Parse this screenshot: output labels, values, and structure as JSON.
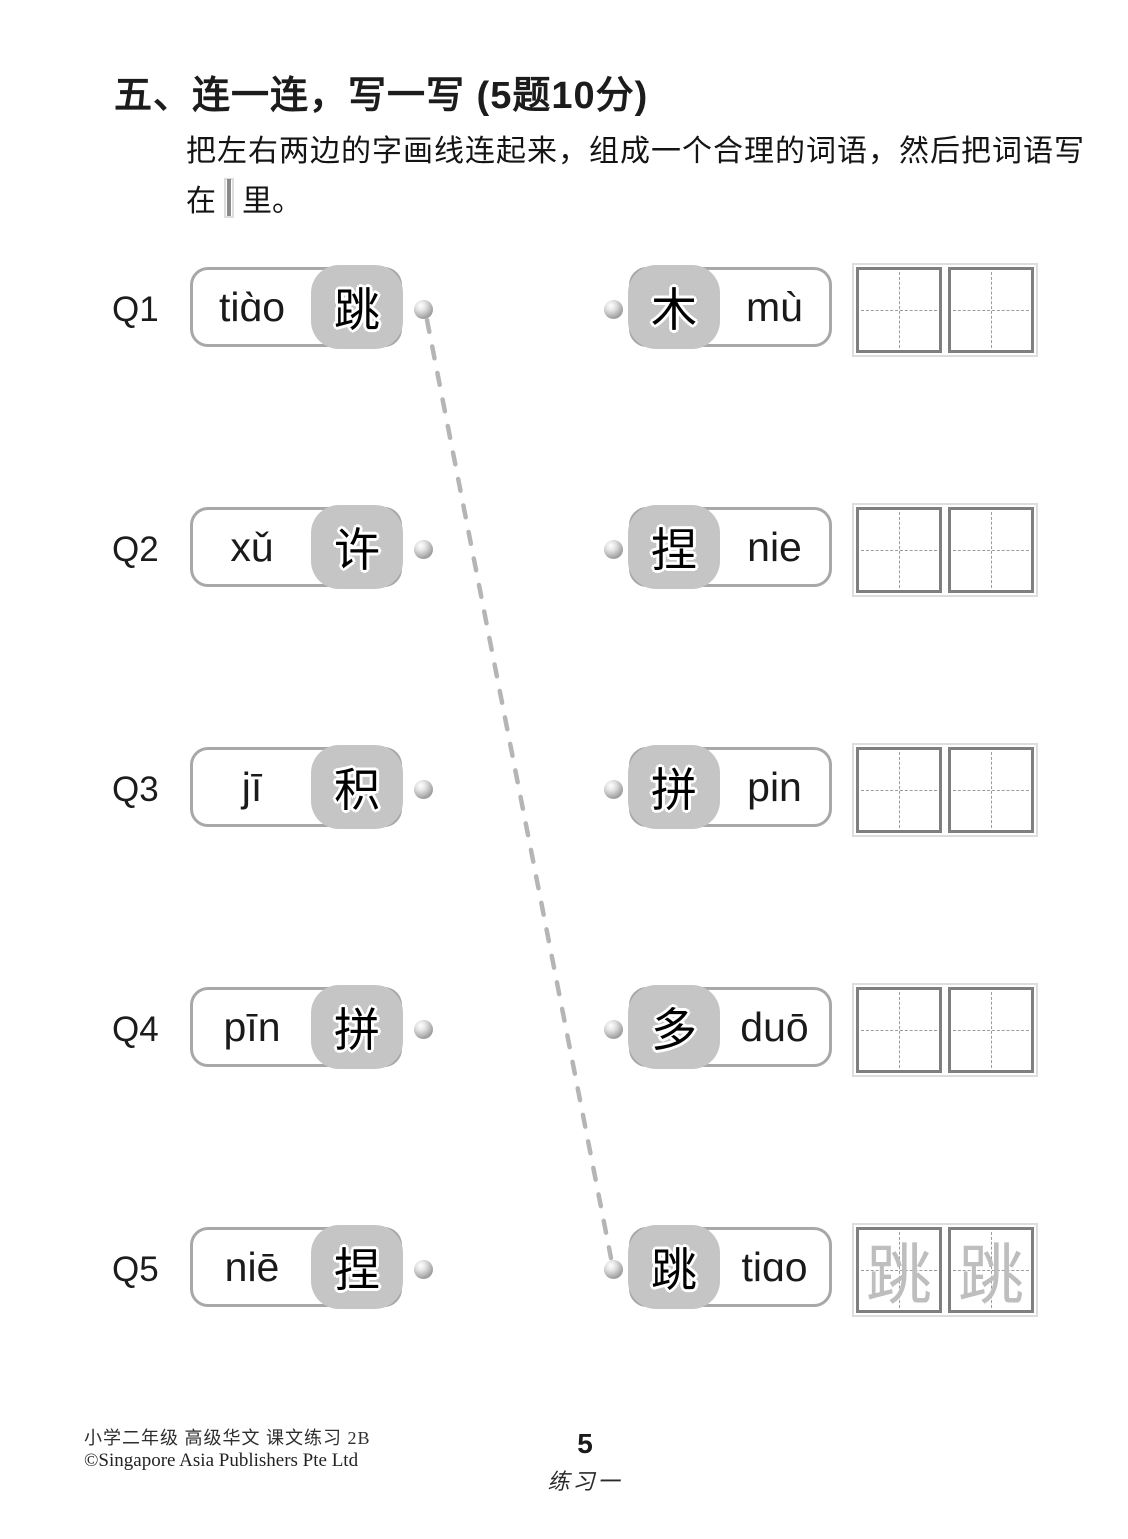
{
  "page": {
    "title": "五、连一连，写一写 (5题10分)",
    "instructions": {
      "line1": "把左右两边的字画线连起来，组成一个合理的词语，然后把词语写",
      "line2_prefix": "在",
      "line2_suffix": "里。"
    }
  },
  "rows": [
    {
      "label": "Q1",
      "left_pinyin": "tiɑ̀o",
      "left_char": "跳",
      "right_char": "木",
      "right_pinyin": "mù",
      "grid_chars": [
        "",
        ""
      ]
    },
    {
      "label": "Q2",
      "left_pinyin": "xǔ",
      "left_char": "许",
      "right_char": "捏",
      "right_pinyin": "nie",
      "grid_chars": [
        "",
        ""
      ]
    },
    {
      "label": "Q3",
      "left_pinyin": "jī",
      "left_char": "积",
      "right_char": "拼",
      "right_pinyin": "pin",
      "grid_chars": [
        "",
        ""
      ]
    },
    {
      "label": "Q4",
      "left_pinyin": "pīn",
      "left_char": "拼",
      "right_char": "多",
      "right_pinyin": "duō",
      "grid_chars": [
        "",
        ""
      ]
    },
    {
      "label": "Q5",
      "left_pinyin": "niē",
      "left_char": "捏",
      "right_char": "跳",
      "right_pinyin": "tiɑo",
      "grid_chars": [
        "跳",
        "跳"
      ]
    }
  ],
  "connection": {
    "from": "Q1 left (tiɑ̀o 跳)",
    "to": "Q5 right (跳 tiɑo)"
  },
  "footer": {
    "book": "小学二年级 高级华文 课文练习 2B",
    "copyright": "©Singapore Asia Publishers Pte Ltd",
    "page_number": "5",
    "exercise": "练习一"
  },
  "colors": {
    "tile_bg": "#c5c5c5",
    "pill_border": "#a8a8a8",
    "dashed_line": "#b5b5b5",
    "grid_border": "#7f7f7f",
    "faint_char": "#bebebe"
  }
}
